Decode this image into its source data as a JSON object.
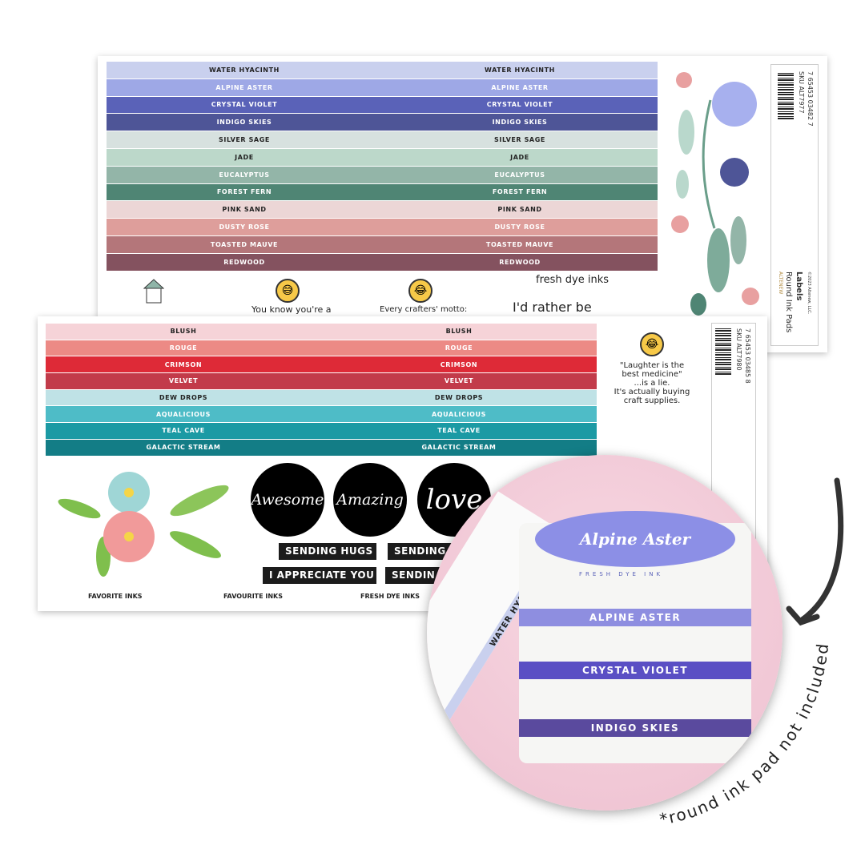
{
  "back_sheet": {
    "bands": [
      {
        "label": "WATER HYACINTH",
        "color": "#c9d0ee",
        "text": "#222"
      },
      {
        "label": "ALPINE ASTER",
        "color": "#9ea8e6",
        "text": "#fff"
      },
      {
        "label": "CRYSTAL VIOLET",
        "color": "#5a62b8",
        "text": "#fff"
      },
      {
        "label": "INDIGO SKIES",
        "color": "#4e5597",
        "text": "#fff"
      },
      {
        "label": "SILVER SAGE",
        "color": "#d7e1df",
        "text": "#222"
      },
      {
        "label": "JADE",
        "color": "#bcd8ca",
        "text": "#222"
      },
      {
        "label": "EUCALYPTUS",
        "color": "#93b5a8",
        "text": "#fff"
      },
      {
        "label": "FOREST FERN",
        "color": "#4f8574",
        "text": "#fff"
      },
      {
        "label": "PINK SAND",
        "color": "#ecd6d6",
        "text": "#222"
      },
      {
        "label": "DUSTY ROSE",
        "color": "#de9e9b",
        "text": "#fff"
      },
      {
        "label": "TOASTED MAUVE",
        "color": "#b4767a",
        "text": "#fff"
      },
      {
        "label": "REDWOOD",
        "color": "#84525f",
        "text": "#fff"
      }
    ],
    "notes": {
      "n1": "You know you're a",
      "n2": "Every crafters' motto:",
      "n3": "fresh dye inks",
      "n4": "I'd rather be"
    },
    "barcode": {
      "number": "7 65453 03482 7",
      "sku": "SKU ALT7977",
      "brand": "ALTENEW",
      "product": "Round Ink Pads",
      "type": "Labels",
      "copyright": "©2023 Altenew, LLC."
    }
  },
  "front_sheet": {
    "bands": [
      {
        "label": "BLUSH",
        "color": "#f6d3d8",
        "text": "#222"
      },
      {
        "label": "ROUGE",
        "color": "#ec8a85",
        "text": "#fff"
      },
      {
        "label": "CRIMSON",
        "color": "#de2a37",
        "text": "#fff"
      },
      {
        "label": "VELVET",
        "color": "#c23b4a",
        "text": "#fff"
      },
      {
        "label": "DEW DROPS",
        "color": "#bfe2e6",
        "text": "#222"
      },
      {
        "label": "AQUALICIOUS",
        "color": "#4ebcc7",
        "text": "#fff"
      },
      {
        "label": "TEAL CAVE",
        "color": "#1b9aa4",
        "text": "#fff"
      },
      {
        "label": "GALACTIC STREAM",
        "color": "#137d86",
        "text": "#fff"
      }
    ],
    "quote": [
      "\"Laughter is the",
      "best medicine\"",
      "...is a lie.",
      "It's actually buying",
      "craft supplies."
    ],
    "circles": [
      "Awesome",
      "Amazing",
      "love"
    ],
    "black_labels": [
      "SENDING HUGS",
      "SENDING",
      "I APPRECIATE YOU",
      "SENDIN"
    ],
    "footer": [
      "FAVORITE INKS",
      "FAVOURITE INKS",
      "FRESH DYE INKS"
    ],
    "barcode": {
      "number": "7 65453 03485 8",
      "sku": "SKU ALT7980"
    }
  },
  "photo": {
    "lid_band": "WATER HYACINTH",
    "lid_title": "Alpine Aster",
    "lid_sub": "FRESH DYE INK",
    "stripes": [
      {
        "label": "ALPINE ASTER",
        "color": "#8e8ee0"
      },
      {
        "label": "CRYSTAL VIOLET",
        "color": "#5a4fc4"
      },
      {
        "label": "INDIGO SKIES",
        "color": "#5a4a9e"
      }
    ]
  },
  "disclaimer": "*round ink pad not included"
}
